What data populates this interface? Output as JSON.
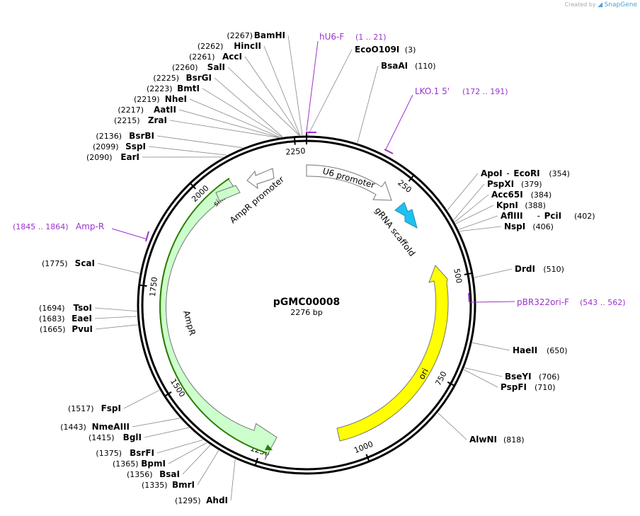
{
  "credit": {
    "prefix": "Created by",
    "brand": "SnapGene",
    "icon": "snapgene-logo-icon"
  },
  "plasmid": {
    "name": "pGMC00008",
    "length_label": "2276 bp"
  },
  "tick_labels": [
    "250",
    "500",
    "750",
    "1000",
    "1250",
    "1500",
    "1750",
    "2000",
    "2250"
  ],
  "sites": [
    {
      "name": "BamHI",
      "pos": "(2267)"
    },
    {
      "name": "HincII",
      "pos": "(2262)"
    },
    {
      "name": "AccI",
      "pos": "(2261)"
    },
    {
      "name": "SalI",
      "pos": "(2260)"
    },
    {
      "name": "BsrGI",
      "pos": "(2225)"
    },
    {
      "name": "BmtI",
      "pos": "(2223)"
    },
    {
      "name": "NheI",
      "pos": "(2219)"
    },
    {
      "name": "AatII",
      "pos": "(2217)"
    },
    {
      "name": "ZraI",
      "pos": "(2215)"
    },
    {
      "name": "BsrBI",
      "pos": "(2136)"
    },
    {
      "name": "SspI",
      "pos": "(2099)"
    },
    {
      "name": "EarI",
      "pos": "(2090)"
    },
    {
      "name": "ScaI",
      "pos": "(1775)"
    },
    {
      "name": "TsoI",
      "pos": "(1694)"
    },
    {
      "name": "EaeI",
      "pos": "(1683)"
    },
    {
      "name": "PvuI",
      "pos": "(1665)"
    },
    {
      "name": "FspI",
      "pos": "(1517)"
    },
    {
      "name": "NmeAIII",
      "pos": "(1443)"
    },
    {
      "name": "BglI",
      "pos": "(1415)"
    },
    {
      "name": "BsrFI",
      "pos": "(1375)"
    },
    {
      "name": "BpmI",
      "pos": "(1365)"
    },
    {
      "name": "BsaI",
      "pos": "(1356)"
    },
    {
      "name": "BmrI",
      "pos": "(1335)"
    },
    {
      "name": "AhdI",
      "pos": "(1295)"
    },
    {
      "name": "EcoO109I",
      "pos": "(3)"
    },
    {
      "name": "BsaAI",
      "pos": "(110)"
    },
    {
      "name": "ApoI",
      "pos": "(354)",
      "name2": "EcoRI"
    },
    {
      "name": "PspXI",
      "pos": "(379)"
    },
    {
      "name": "Acc65I",
      "pos": "(384)"
    },
    {
      "name": "KpnI",
      "pos": "(388)"
    },
    {
      "name": "AflIII",
      "pos": "(402)",
      "name2": "PciI"
    },
    {
      "name": "NspI",
      "pos": "(406)"
    },
    {
      "name": "DrdI",
      "pos": "(510)"
    },
    {
      "name": "HaeII",
      "pos": "(650)"
    },
    {
      "name": "BseYI",
      "pos": "(706)"
    },
    {
      "name": "PspFI",
      "pos": "(710)"
    },
    {
      "name": "AlwNI",
      "pos": "(818)"
    }
  ],
  "primers": [
    {
      "name": "hU6-F",
      "range": "(1 .. 21)"
    },
    {
      "name": "LKO.1 5'",
      "range": "(172 .. 191)"
    },
    {
      "name": "pBR322ori-F",
      "range": "(543 .. 562)"
    },
    {
      "name": "Amp-R",
      "range": "(1845 .. 1864)"
    }
  ],
  "features": [
    {
      "name": "U6 promoter",
      "color": "#ffffff"
    },
    {
      "name": "gRNA scaffold",
      "color": "#1ec1f0"
    },
    {
      "name": "ori",
      "color": "#ffff00"
    },
    {
      "name": "AmpR",
      "color": "#ccffcc"
    },
    {
      "name": "AmpR promoter",
      "color": "#ffffff"
    },
    {
      "name": "si...",
      "color": "#ccffcc"
    }
  ],
  "colors": {
    "primer": "#9a32cd",
    "backbone": "#000000",
    "signal_peptide_outline": "#2e7d00"
  }
}
